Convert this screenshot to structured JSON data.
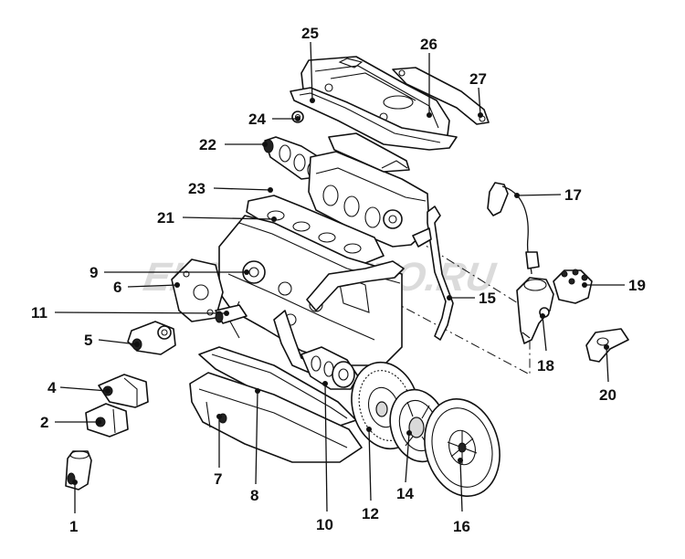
{
  "watermark": "ELCATS.AUTO.RU",
  "callouts": [
    {
      "id": "1",
      "label": "1"
    },
    {
      "id": "2",
      "label": "2"
    },
    {
      "id": "4",
      "label": "4"
    },
    {
      "id": "5",
      "label": "5"
    },
    {
      "id": "6",
      "label": "6"
    },
    {
      "id": "7",
      "label": "7"
    },
    {
      "id": "8",
      "label": "8"
    },
    {
      "id": "9",
      "label": "9"
    },
    {
      "id": "10",
      "label": "10"
    },
    {
      "id": "11",
      "label": "11"
    },
    {
      "id": "12",
      "label": "12"
    },
    {
      "id": "14",
      "label": "14"
    },
    {
      "id": "15",
      "label": "15"
    },
    {
      "id": "16",
      "label": "16"
    },
    {
      "id": "17",
      "label": "17"
    },
    {
      "id": "18",
      "label": "18"
    },
    {
      "id": "19",
      "label": "19"
    },
    {
      "id": "20",
      "label": "20"
    },
    {
      "id": "21",
      "label": "21"
    },
    {
      "id": "22",
      "label": "22"
    },
    {
      "id": "23",
      "label": "23"
    },
    {
      "id": "24",
      "label": "24"
    },
    {
      "id": "25",
      "label": "25"
    },
    {
      "id": "26",
      "label": "26"
    },
    {
      "id": "27",
      "label": "27"
    }
  ]
}
